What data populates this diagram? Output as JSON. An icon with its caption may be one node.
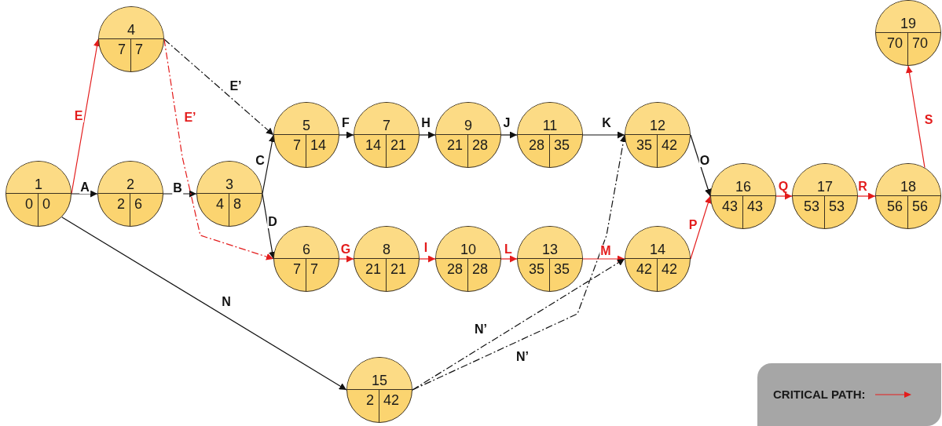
{
  "diagram": {
    "nodes": [
      {
        "text": [
          "1",
          "0",
          "0"
        ]
      },
      {
        "text": [
          "2",
          "2",
          "6"
        ]
      },
      {
        "text": [
          "3",
          "4",
          "8"
        ]
      },
      {
        "text": [
          "4",
          "7",
          "7"
        ]
      },
      {
        "text": [
          "5",
          "7",
          "14"
        ]
      },
      {
        "text": [
          "6",
          "7",
          "7"
        ]
      },
      {
        "text": [
          "7",
          "14",
          "21"
        ]
      },
      {
        "text": [
          "8",
          "21",
          "21"
        ]
      },
      {
        "text": [
          "9",
          "21",
          "28"
        ]
      },
      {
        "text": [
          "10",
          "28",
          "28"
        ]
      },
      {
        "text": [
          "11",
          "28",
          "35"
        ]
      },
      {
        "text": [
          "12",
          "35",
          "42"
        ]
      },
      {
        "text": [
          "13",
          "35",
          "35"
        ]
      },
      {
        "text": [
          "14",
          "42",
          "42"
        ]
      },
      {
        "text": [
          "15",
          "2",
          "42"
        ]
      },
      {
        "text": [
          "16",
          "43",
          "43"
        ]
      },
      {
        "text": [
          "17",
          "53",
          "53"
        ]
      },
      {
        "text": [
          "18",
          "56",
          "56"
        ]
      },
      {
        "text": [
          "19",
          "70",
          "70"
        ]
      }
    ],
    "edges": [
      {
        "from": 0,
        "to": 3,
        "arrow": "to",
        "label": "E",
        "color": "#e31c1c"
      },
      {
        "from": 0,
        "to": 1,
        "arrow": "to",
        "label": "A"
      },
      {
        "from": 1,
        "to": 2,
        "arrow": "to",
        "label": "B"
      },
      {
        "from": 3,
        "to": 4,
        "arrow": "to",
        "label": "E’",
        "style": "dashed"
      },
      {
        "from": 3,
        "to": 5,
        "arrow": "to",
        "label": "E’",
        "style": "dashed",
        "color": "#e31c1c"
      },
      {
        "from": 2,
        "to": 4,
        "arrow": "to",
        "label": "C"
      },
      {
        "from": 2,
        "to": 5,
        "arrow": "to",
        "label": "D"
      },
      {
        "from": 4,
        "to": 6,
        "arrow": "to",
        "label": "F"
      },
      {
        "from": 6,
        "to": 8,
        "arrow": "to",
        "label": "H"
      },
      {
        "from": 8,
        "to": 10,
        "arrow": "to",
        "label": "J"
      },
      {
        "from": 10,
        "to": 11,
        "arrow": "to",
        "label": "K"
      },
      {
        "from": 5,
        "to": 7,
        "arrow": "to",
        "label": "G",
        "color": "#e31c1c"
      },
      {
        "from": 7,
        "to": 9,
        "arrow": "to",
        "label": "I",
        "color": "#e31c1c"
      },
      {
        "from": 9,
        "to": 12,
        "arrow": "to",
        "label": "L",
        "color": "#e31c1c"
      },
      {
        "from": 12,
        "to": 13,
        "arrow": "to",
        "label": "M",
        "color": "#e31c1c"
      },
      {
        "from": 0,
        "to": 14,
        "arrow": "to",
        "label": "N"
      },
      {
        "from": 14,
        "to": 11,
        "arrow": "to",
        "label": "N’",
        "style": "dashed"
      },
      {
        "from": 14,
        "to": 13,
        "arrow": "to",
        "label": "N’",
        "style": "dashed"
      },
      {
        "from": 11,
        "to": 15,
        "arrow": "to",
        "label": "O"
      },
      {
        "from": 13,
        "to": 15,
        "arrow": "to",
        "label": "P",
        "color": "#e31c1c"
      },
      {
        "from": 15,
        "to": 16,
        "arrow": "to",
        "label": "Q",
        "color": "#e31c1c"
      },
      {
        "from": 16,
        "to": 17,
        "arrow": "to",
        "label": "R",
        "color": "#e31c1c"
      },
      {
        "from": 17,
        "to": 18,
        "arrow": "to",
        "label": "S",
        "color": "#e31c1c"
      }
    ],
    "legend": [
      {
        "text": "CRITICAL PATH:"
      }
    ]
  }
}
